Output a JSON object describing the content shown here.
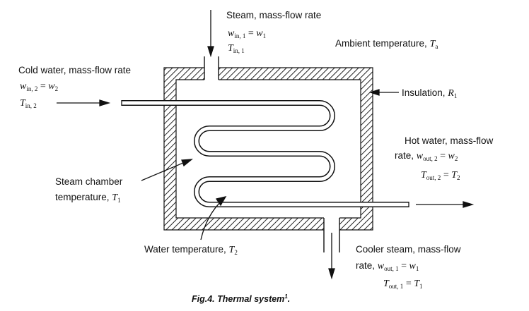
{
  "labels": {
    "steam_in": "Steam, mass-flow rate",
    "ambient": "Ambient temperature, ",
    "cold_water": "Cold water, mass-flow rate",
    "insulation": "Insulation, ",
    "hot_water_1": "Hot water, mass-flow",
    "hot_water_2": "rate, ",
    "chamber_1": "Steam chamber",
    "chamber_2": "temperature, ",
    "water_temp": "Water temperature, ",
    "cooler_1": "Cooler steam, mass-flow",
    "cooler_2": "rate, "
  },
  "math": {
    "w": "w",
    "T": "T",
    "R": "R",
    "eq": " = ",
    "sub_in1": "in, 1",
    "sub_in2": "in, 2",
    "sub_out1": "out, 1",
    "sub_out2": "out, 2",
    "sub_1": "1",
    "sub_2": "2",
    "sub_a": "a"
  },
  "caption": {
    "text": "Fig.4.  Thermal system",
    "superscript": "1",
    "end": "."
  }
}
